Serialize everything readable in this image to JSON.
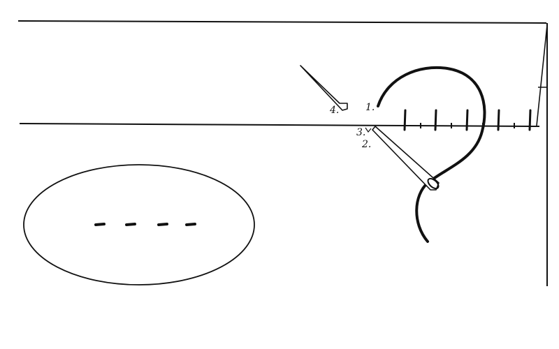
{
  "diagram": {
    "labels": {
      "step1": "1.",
      "step2": "2.",
      "step3": "3.",
      "step4": "4."
    },
    "stitch_count_fold": 5,
    "stitch_count_detail": 4,
    "colors": {
      "ink": "#111111",
      "paper": "#ffffff"
    }
  }
}
